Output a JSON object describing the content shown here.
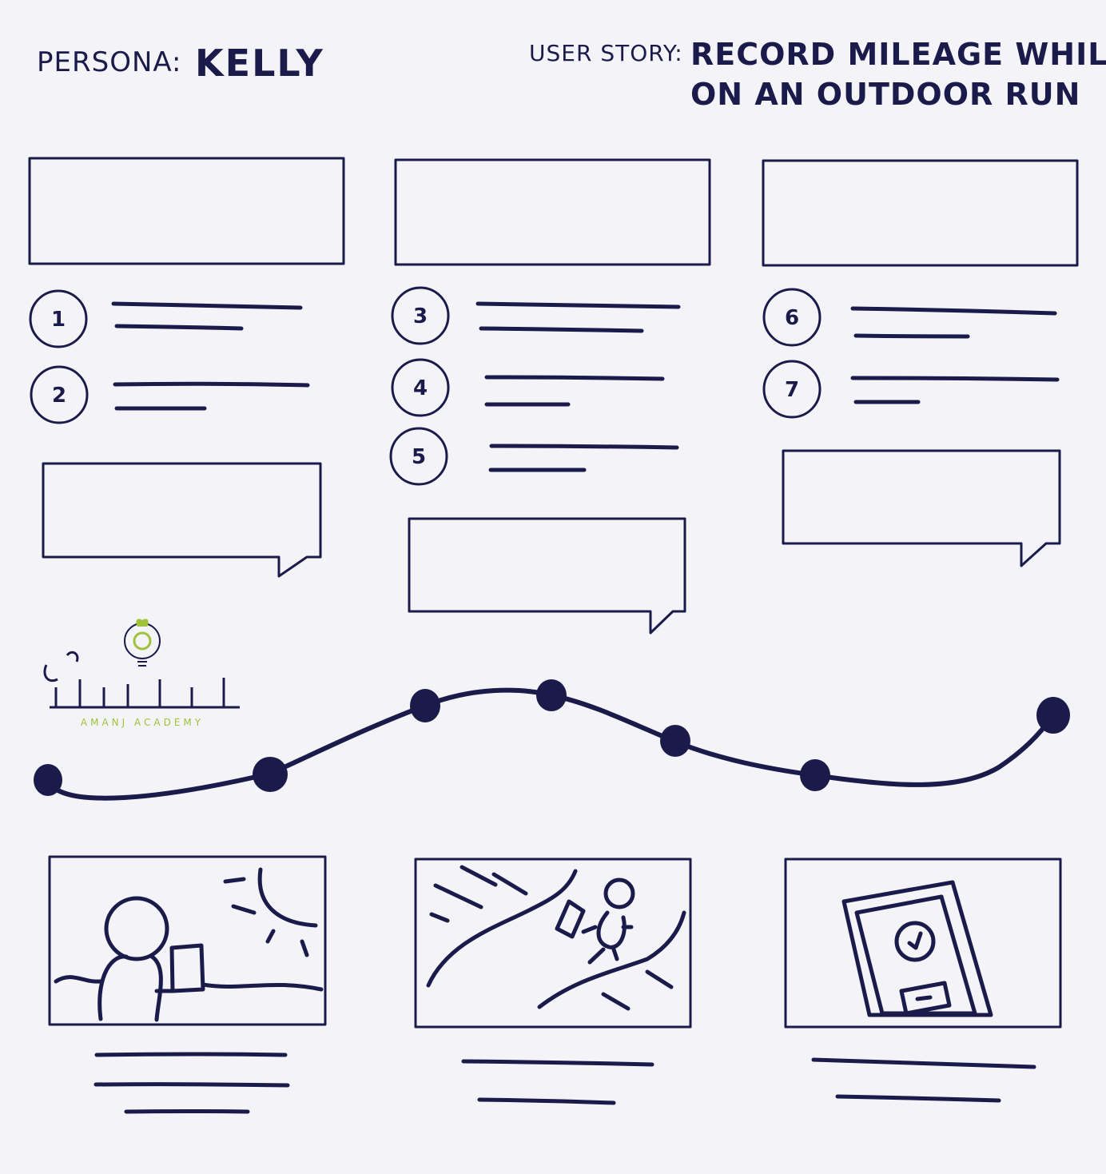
{
  "header": {
    "persona_label": "PERSONA:",
    "persona_name": "KELLY",
    "story_label": "USER STORY:",
    "story_line1": "RECORD MILEAGE WHILE",
    "story_line2": "ON AN OUTDOOR RUN"
  },
  "steps": {
    "s1": "1",
    "s2": "2",
    "s3": "3",
    "s4": "4",
    "s5": "5",
    "s6": "6",
    "s7": "7"
  },
  "logo": {
    "tagline": "AMANJ ACADEMY"
  },
  "colors": {
    "ink": "#1b1b4b",
    "background": "#f4f4f8",
    "logo_green": "#9fc23a"
  }
}
